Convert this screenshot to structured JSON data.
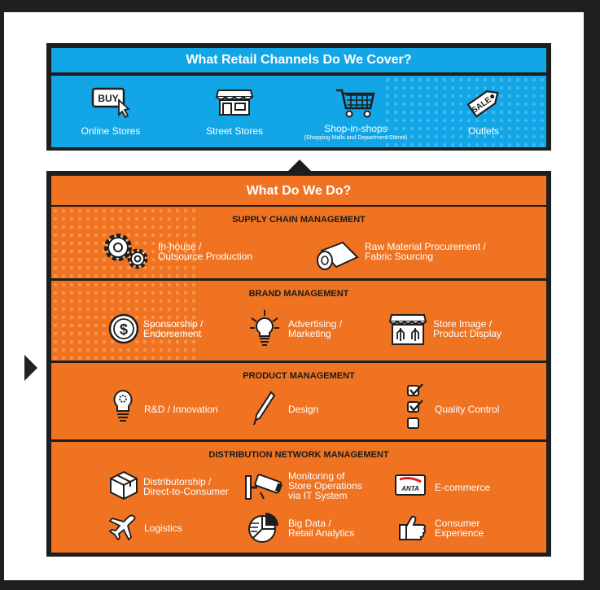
{
  "channels": {
    "title": "What Retail Channels Do We Cover?",
    "items": [
      {
        "label": "Online Stores",
        "icon": "buy-button-icon"
      },
      {
        "label": "Street Stores",
        "icon": "storefront-icon"
      },
      {
        "label": "Shop-in-shops",
        "sub": "(Shopping Malls and Department Stores)",
        "icon": "shopping-cart-icon"
      },
      {
        "label": "Outlets",
        "icon": "sale-tag-icon"
      }
    ]
  },
  "services": {
    "title": "What Do We Do?",
    "supply": {
      "heading": "SUPPLY CHAIN MANAGEMENT",
      "items": [
        {
          "line1": "In-house /",
          "line2": "Outsource Production",
          "icon": "gears-icon"
        },
        {
          "line1": "Raw Material Procurement /",
          "line2": "Fabric Sourcing",
          "icon": "fabric-roll-icon"
        }
      ]
    },
    "brand": {
      "heading": "BRAND MANAGEMENT",
      "items": [
        {
          "line1": "Sponsorship /",
          "line2": "Endorsement",
          "icon": "dollar-coin-icon"
        },
        {
          "line1": "Advertising /",
          "line2": "Marketing",
          "icon": "lightbulb-icon"
        },
        {
          "line1": "Store Image /",
          "line2": "Product Display",
          "icon": "store-display-icon"
        }
      ]
    },
    "product": {
      "heading": "PRODUCT MANAGEMENT",
      "items": [
        {
          "line1": "R&D / Innovation",
          "icon": "idea-bulb-icon"
        },
        {
          "line1": "Design",
          "icon": "pen-icon"
        },
        {
          "line1": "Quality Control",
          "icon": "checklist-icon"
        }
      ]
    },
    "distribution": {
      "heading": "DISTRIBUTION NETWORK MANAGEMENT",
      "items": [
        {
          "line1": "Distributorship /",
          "line2": "Direct-to-Consumer",
          "icon": "box-icon"
        },
        {
          "line1": "Monitoring of",
          "line2": "Store Operations",
          "line3": "via IT System",
          "icon": "cctv-camera-icon"
        },
        {
          "line1": "E-commerce",
          "logo": "ANTA",
          "icon": "anta-logo-icon"
        },
        {
          "line1": "Logistics",
          "icon": "airplane-icon"
        },
        {
          "line1": "Big Data /",
          "line2": "Retail Analytics",
          "icon": "pie-chart-icon"
        },
        {
          "line1": "Consumer",
          "line2": "Experience",
          "icon": "thumbs-up-icon"
        }
      ]
    }
  },
  "colors": {
    "blue": "#13a6e6",
    "orange": "#f07322",
    "dark": "#1e1e1e"
  }
}
